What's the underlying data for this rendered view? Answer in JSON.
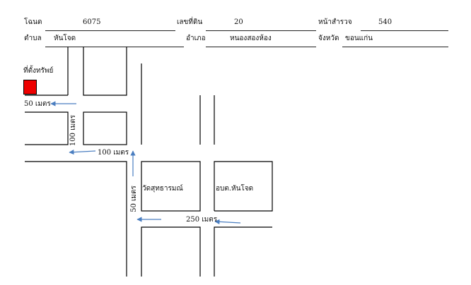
{
  "header": {
    "deed_label": "โฉนด",
    "deed_value": "6075",
    "land_no_label": "เลขที่ดิน",
    "land_no_value": "20",
    "survey_page_label": "หน้าสำรวจ",
    "survey_page_value": "540",
    "subdistrict_label": "ตำบล",
    "subdistrict_value": "หันโจด",
    "district_label": "อำเภอ",
    "district_value": "หนองสองห้อง",
    "province_label": "จังหวัด",
    "province_value": "ขอนแก่น"
  },
  "map": {
    "property_label": "ที่ตั้งทรัพย์",
    "distance_50_top": "50 เมตร",
    "distance_100_vertical": "100 เมตร",
    "distance_100_horizontal": "100 เมตร",
    "temple_label": "วัดสุทธารมณ์",
    "sao_label": "อบต.หันโจด",
    "distance_50_vertical": "50 เมตร",
    "distance_250": "250 เมตร"
  },
  "colors": {
    "marker": "#ee0000",
    "arrow": "#4a7ec0",
    "line": "#000000"
  }
}
